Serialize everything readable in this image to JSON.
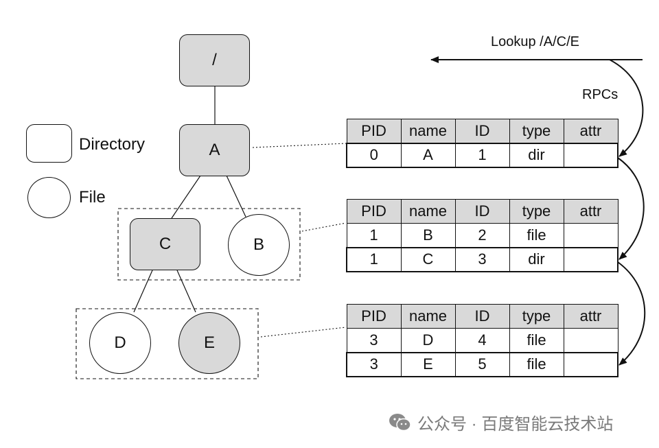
{
  "tree": {
    "root": "/",
    "a": "A",
    "b": "B",
    "c": "C",
    "d": "D",
    "e": "E"
  },
  "legend": {
    "directory": "Directory",
    "file": "File"
  },
  "lookup_label": "Lookup /A/C/E",
  "rpcs_label": "RPCs",
  "tables": [
    {
      "headers": [
        "PID",
        "name",
        "ID",
        "type",
        "attr"
      ],
      "rows": [
        [
          "0",
          "A",
          "1",
          "dir",
          ""
        ]
      ],
      "highlight_row": 0
    },
    {
      "headers": [
        "PID",
        "name",
        "ID",
        "type",
        "attr"
      ],
      "rows": [
        [
          "1",
          "B",
          "2",
          "file",
          ""
        ],
        [
          "1",
          "C",
          "3",
          "dir",
          ""
        ]
      ],
      "highlight_row": 1
    },
    {
      "headers": [
        "PID",
        "name",
        "ID",
        "type",
        "attr"
      ],
      "rows": [
        [
          "3",
          "D",
          "4",
          "file",
          ""
        ],
        [
          "3",
          "E",
          "5",
          "file",
          ""
        ]
      ],
      "highlight_row": 1
    }
  ],
  "watermark": {
    "text": "公众号 · 百度智能云技术站",
    "icon": "wechat-icon"
  }
}
